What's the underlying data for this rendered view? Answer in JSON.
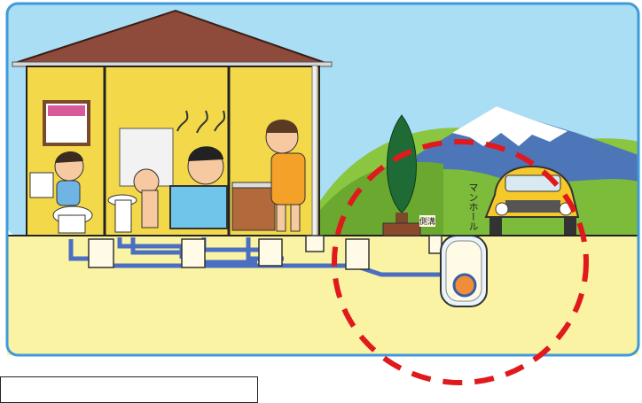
{
  "labels": {
    "manhole": "マンホール",
    "side_ditch": "側溝"
  },
  "colors": {
    "sky": "#a9def4",
    "ground": "#fbf3a4",
    "house_wall": "#f3d94a",
    "roof": "#8e4a3a",
    "pipe": "#4a6fc2",
    "highlight_circle": "#e0191c",
    "car": "#f6c92b",
    "mountain_green": "#7dbb3a",
    "frame_border": "#3f9ad9"
  },
  "icons": [
    "house",
    "toilet",
    "bathtub",
    "sink",
    "tree",
    "car",
    "mountain",
    "manhole",
    "sewer-pipe"
  ]
}
